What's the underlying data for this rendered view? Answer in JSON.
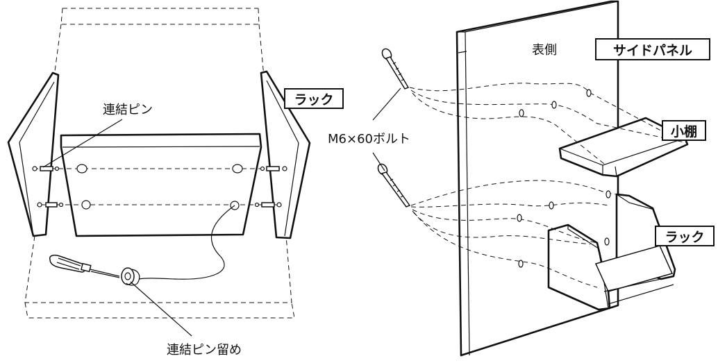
{
  "labels": {
    "connecting_pin": "連結ピン",
    "connecting_pin_clip": "連結ピン留め",
    "bolt": "M6×60ボルト",
    "front_side": "表側",
    "side_panel": "サイドパネル",
    "rack_left": "ラック",
    "small_shelf": "小棚",
    "rack_right": "ラック"
  },
  "colors": {
    "line": "#111111",
    "background": "#ffffff"
  },
  "icons": [
    "screwdriver-icon",
    "bolt-icon",
    "pin-clip-icon"
  ]
}
